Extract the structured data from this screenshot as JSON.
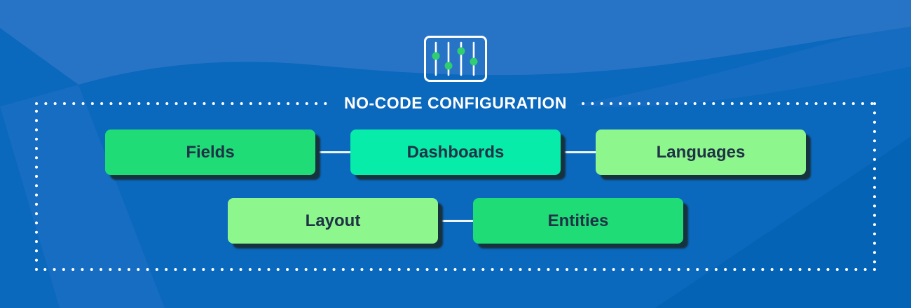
{
  "header": {
    "icon": "sliders-icon",
    "title": "NO-CODE CONFIGURATION"
  },
  "diagram": {
    "nodes": [
      {
        "id": "fields",
        "label": "Fields",
        "color": "#1FDC77"
      },
      {
        "id": "dashboards",
        "label": "Dashboards",
        "color": "#07ECA9"
      },
      {
        "id": "languages",
        "label": "Languages",
        "color": "#8DF68D"
      },
      {
        "id": "layout",
        "label": "Layout",
        "color": "#8DF68D"
      },
      {
        "id": "entities",
        "label": "Entities",
        "color": "#1FDC77"
      }
    ],
    "connections": [
      [
        "fields",
        "dashboards"
      ],
      [
        "dashboards",
        "languages"
      ],
      [
        "layout",
        "entities"
      ]
    ]
  },
  "theme": {
    "background_base": "#0A68BD",
    "background_light_wave": "#2774C6",
    "background_dark_shape": "#0563B5",
    "frame_dot_color": "#FFFFFF",
    "title_color": "#FFFFFF",
    "icon_knob_color": "#2FCE71",
    "connector_color": "#EDF4FB",
    "node_text_color": "#203246",
    "node_shadow_color": "#16323F"
  }
}
